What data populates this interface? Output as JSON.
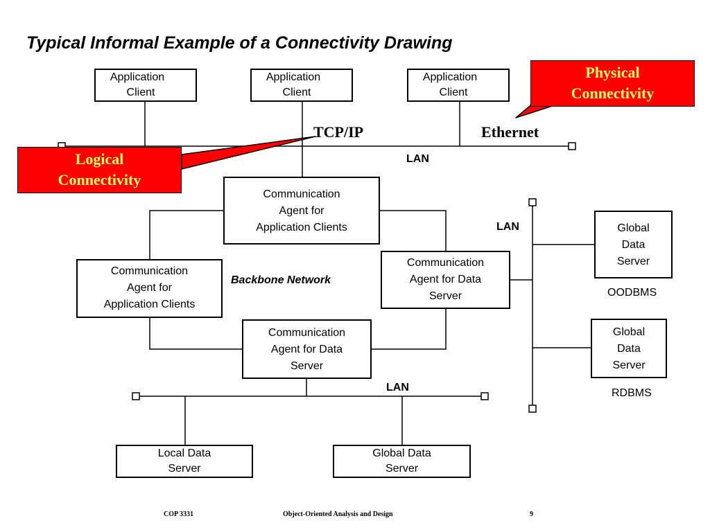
{
  "title": "Typical Informal Example of a Connectivity Drawing",
  "app_clients": [
    {
      "line1": "Application",
      "line2": "Client"
    },
    {
      "line1": "Application",
      "line2": "Client"
    },
    {
      "line1": "Application",
      "line2": "Client"
    }
  ],
  "comm_agents": {
    "top_app": {
      "line1": "Communication",
      "line2": "Agent for",
      "line3": "Application Clients"
    },
    "left_app": {
      "line1": "Communication",
      "line2": "Agent for",
      "line3": "Application Clients"
    },
    "right_data": {
      "line1": "Communication",
      "line2": "Agent for Data",
      "line3": "Server"
    },
    "bottom_data": {
      "line1": "Communication",
      "line2": "Agent for Data",
      "line3": "Server"
    }
  },
  "global_servers": [
    {
      "line1": "Global",
      "line2": "Data",
      "line3": "Server",
      "db": "OODBMS"
    },
    {
      "line1": "Global",
      "line2": "Data",
      "line3": "Server",
      "db": "RDBMS"
    }
  ],
  "bottom_servers": {
    "local": {
      "line1": "Local Data",
      "line2": "Server"
    },
    "global": {
      "line1": "Global Data",
      "line2": "Server"
    }
  },
  "labels": {
    "tcpip": "TCP/IP",
    "ethernet": "Ethernet",
    "lan_top": "LAN",
    "lan_right": "LAN",
    "lan_bottom": "LAN",
    "backbone": "Backbone Network"
  },
  "callouts": {
    "physical": {
      "line1": "Physical",
      "line2": "Connectivity"
    },
    "logical": {
      "line1": "Logical",
      "line2": "Connectivity"
    }
  },
  "footer": {
    "course": "COP 3331",
    "subject": "Object-Oriented Analysis and Design",
    "page": "9"
  },
  "colors": {
    "callout_fill": "#ff0000",
    "callout_text": "#ffff66",
    "line": "#000000"
  }
}
